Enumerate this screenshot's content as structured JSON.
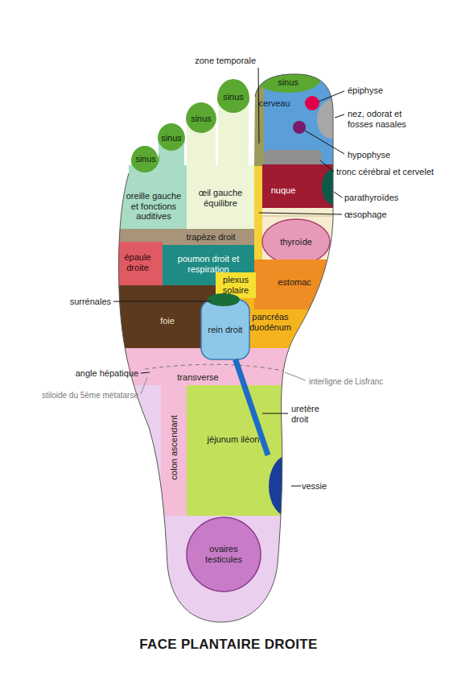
{
  "diagram": {
    "title": "FACE PLANTAIRE DROITE",
    "nodes": [
      {
        "text": [
          "sinus"
        ]
      },
      {
        "text": [
          "sinus"
        ]
      },
      {
        "text": [
          "sinus"
        ]
      },
      {
        "text": [
          "sinus"
        ]
      },
      {
        "text": [
          "sinus"
        ]
      },
      {
        "text": [
          "cerveau"
        ]
      },
      {
        "text": [
          "œil gauche équilibre"
        ]
      },
      {
        "text": [
          "oreille gauche et fonctions auditives"
        ]
      },
      {
        "text": [
          "nuque"
        ]
      },
      {
        "text": [
          "trapèze droit"
        ]
      },
      {
        "text": [
          "thyroïde"
        ]
      },
      {
        "text": [
          "épaule droite"
        ]
      },
      {
        "text": [
          "poumon droit et respiration"
        ]
      },
      {
        "text": [
          "plexus solaire"
        ]
      },
      {
        "text": [
          "estomac"
        ]
      },
      {
        "text": [
          "foie"
        ]
      },
      {
        "text": [
          "pancréas duodénum"
        ]
      },
      {
        "text": [
          "rein droit"
        ]
      },
      {
        "text": [
          "transverse"
        ]
      },
      {
        "text": [
          "colon ascendant"
        ]
      },
      {
        "text": [
          "jéjunum iléon"
        ]
      },
      {
        "text": [
          "vessie"
        ]
      },
      {
        "text": [
          "ovaires testicules"
        ]
      }
    ],
    "edges": [
      {
        "from": 17,
        "to": 21,
        "arrow": "none"
      }
    ],
    "labels": [
      "zone temporale",
      "épiphyse",
      "nez, odorat et fosses nasales",
      "hypophyse",
      "tronc cérébral et cervelet",
      "parathyroïdes",
      "œsophage",
      "surrénales",
      "angle hépatique",
      "stiloide du 5ème métatarse",
      "interligne de Lisfranc",
      "uretère droit"
    ]
  }
}
